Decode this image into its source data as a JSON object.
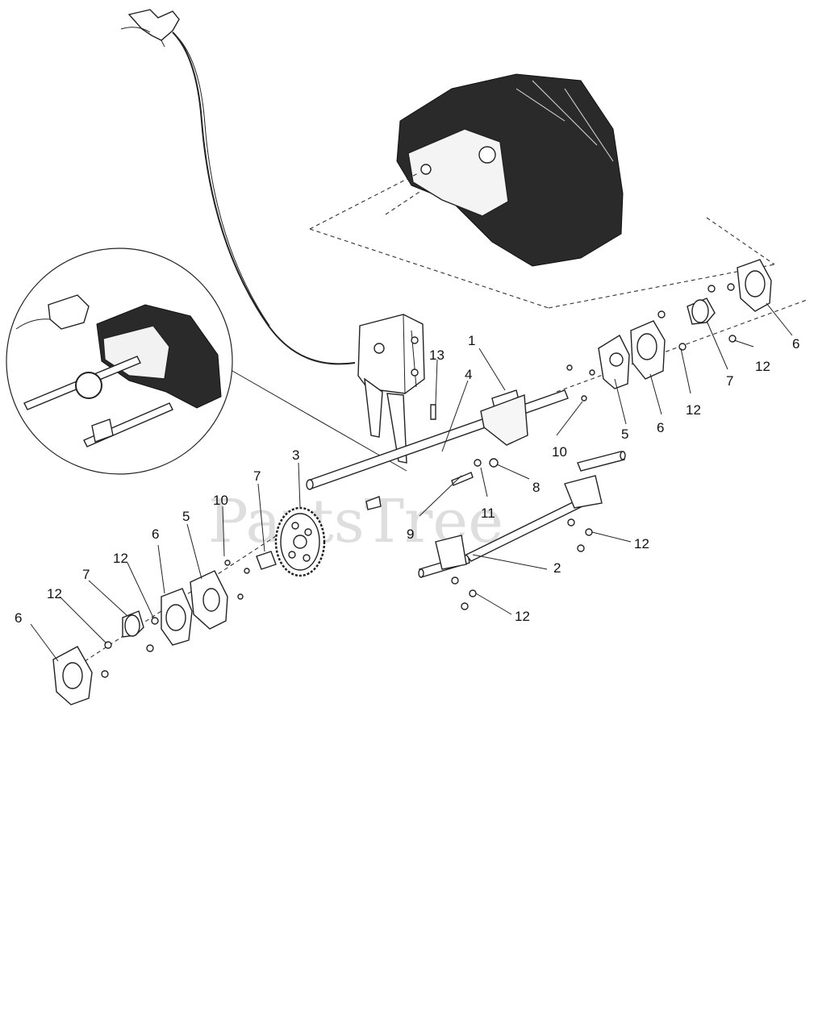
{
  "watermark": "PartsTree",
  "callouts": {
    "c1": "1",
    "c2": "2",
    "c3": "3",
    "c4": "4",
    "c5a": "5",
    "c5b": "5",
    "c6a": "6",
    "c6b": "6",
    "c6c": "6",
    "c6d": "6",
    "c7a": "7",
    "c7b": "7",
    "c7c": "7",
    "c8": "8",
    "c9": "9",
    "c10a": "10",
    "c10b": "10",
    "c11": "11",
    "c12a": "12",
    "c12b": "12",
    "c12c": "12",
    "c12d": "12",
    "c12e": "12",
    "c12f": "12",
    "c13": "13"
  }
}
